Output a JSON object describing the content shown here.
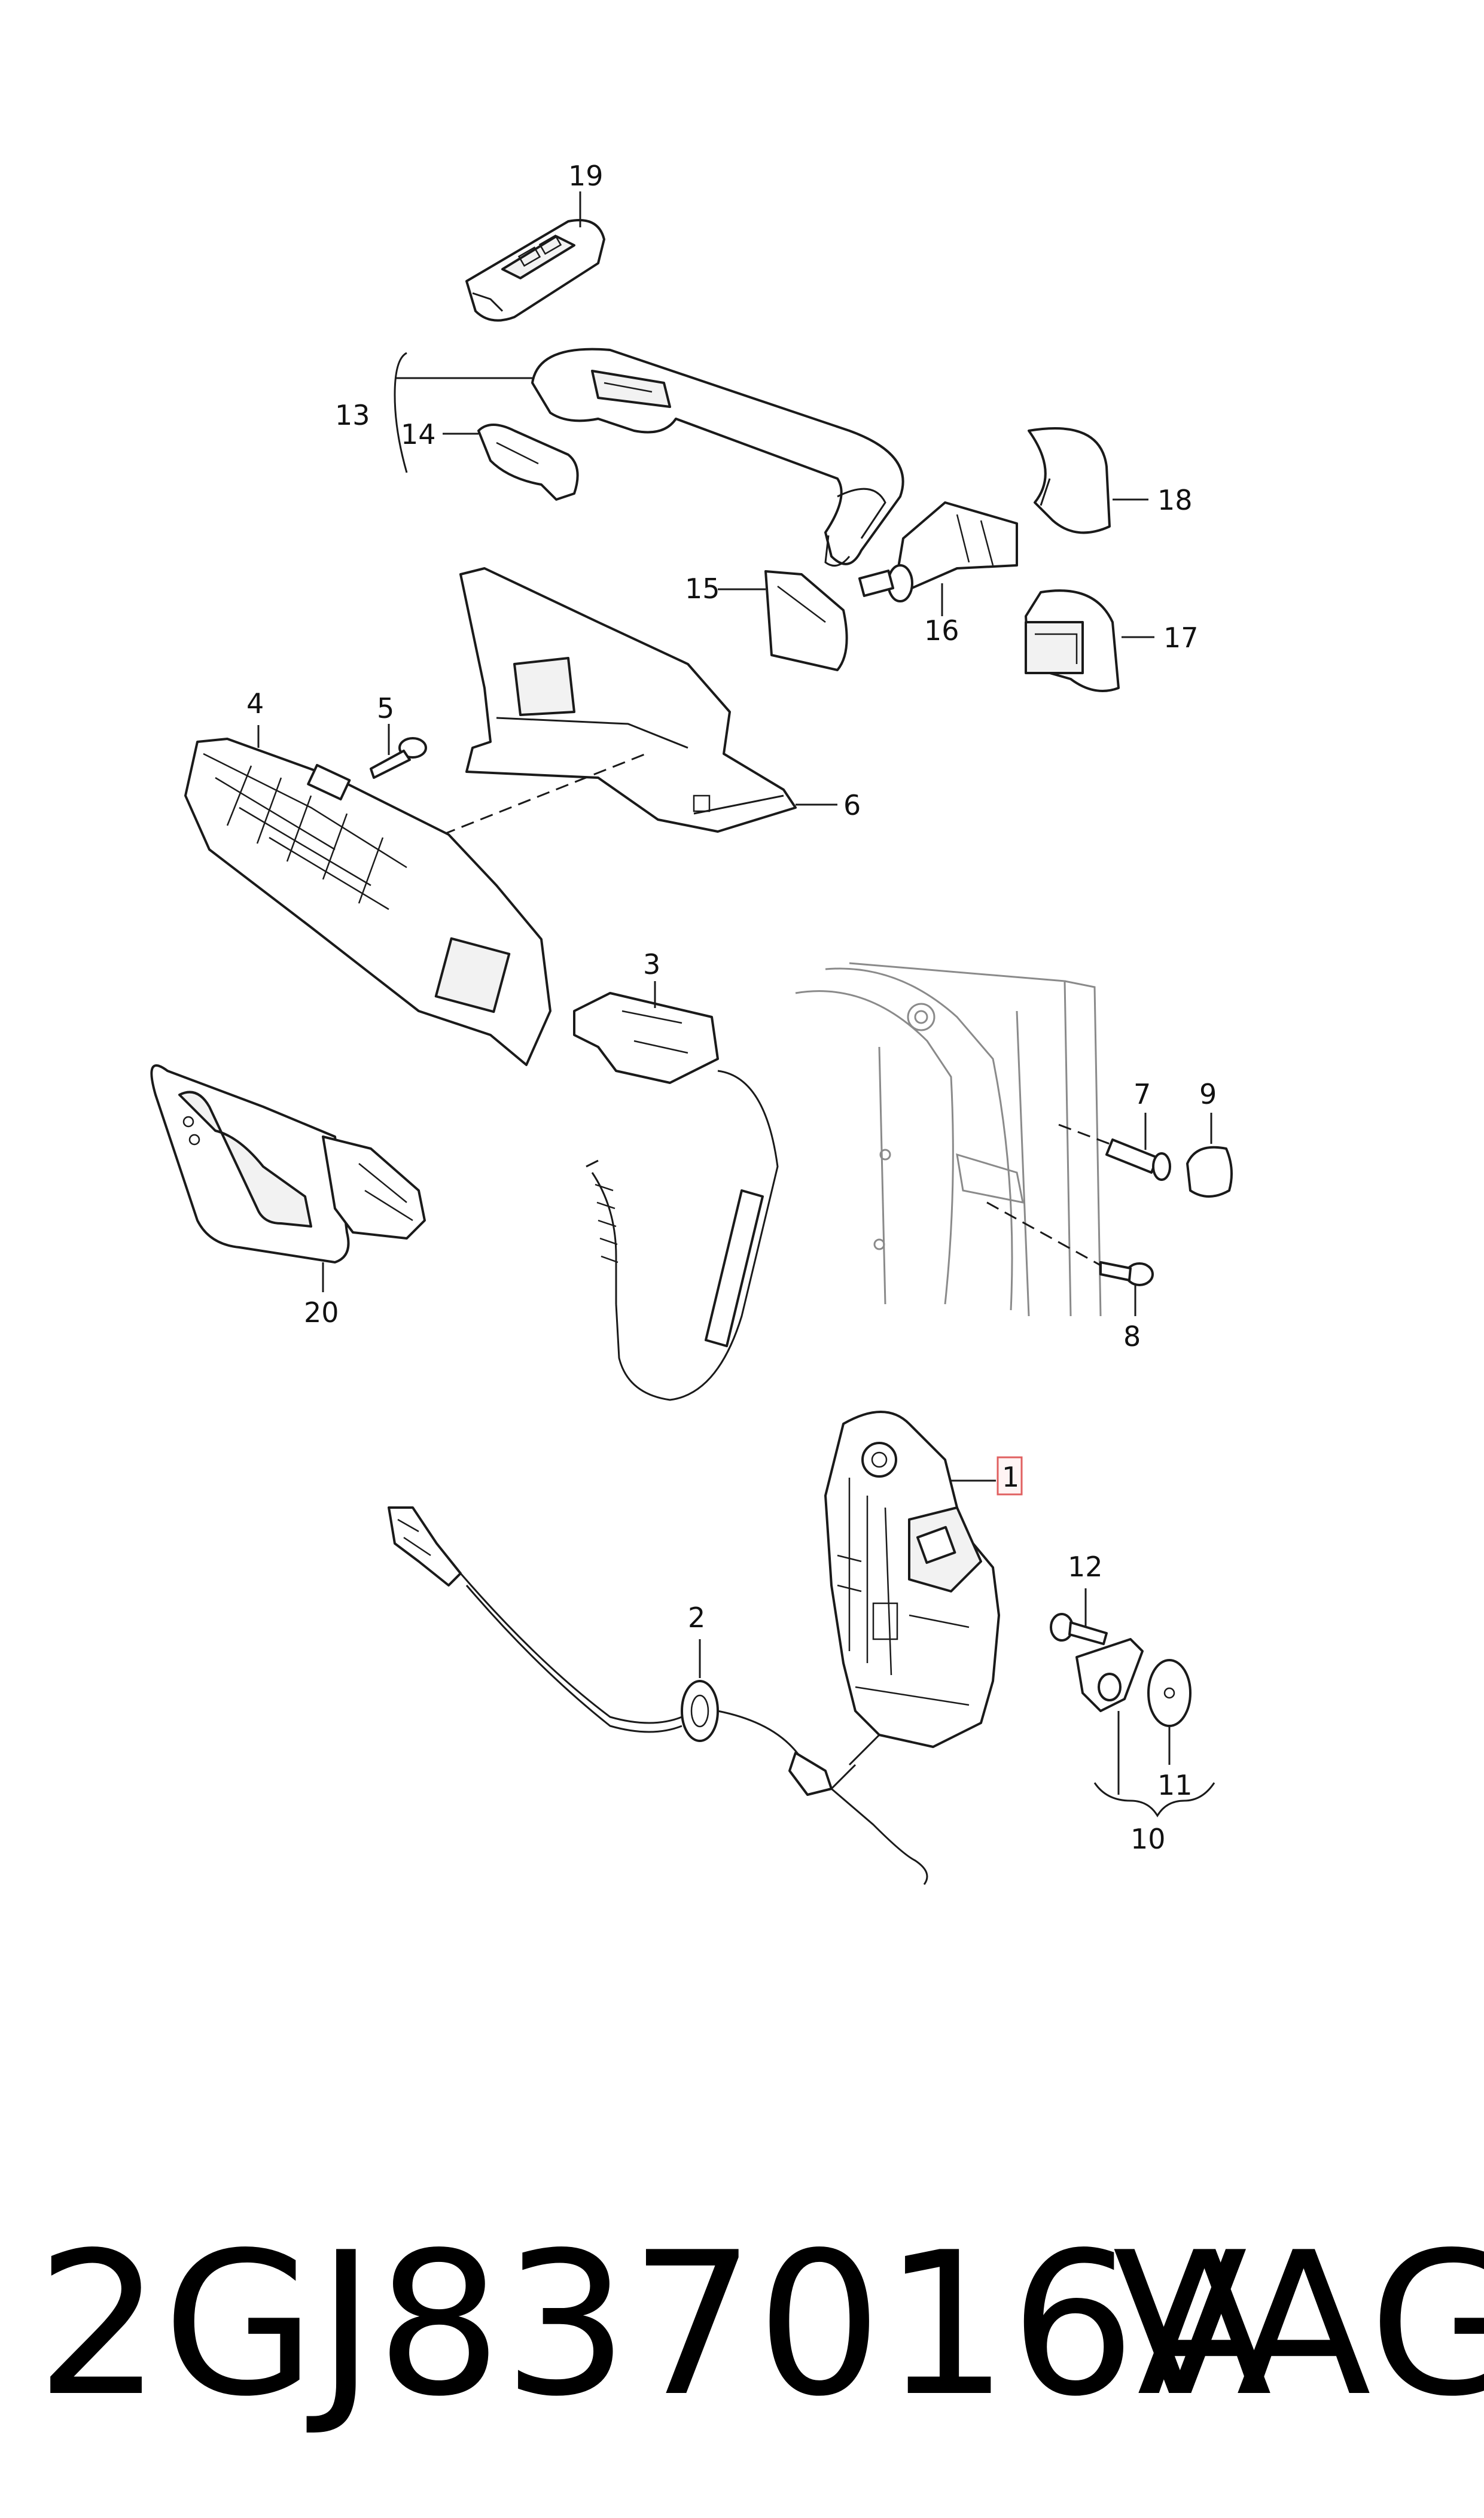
{
  "callouts": {
    "c1": "1",
    "c2": "2",
    "c3": "3",
    "c4": "4",
    "c5": "5",
    "c6": "6",
    "c7": "7",
    "c8": "8",
    "c9": "9",
    "c10": "10",
    "c11": "11",
    "c12": "12",
    "c13": "13",
    "c14": "14",
    "c15": "15",
    "c16": "16",
    "c17": "17",
    "c18": "18",
    "c19": "19",
    "c20": "20"
  },
  "highlight_color": "#e06060",
  "footer": {
    "part_number": "2GJ837016A",
    "brand": "VAG"
  }
}
